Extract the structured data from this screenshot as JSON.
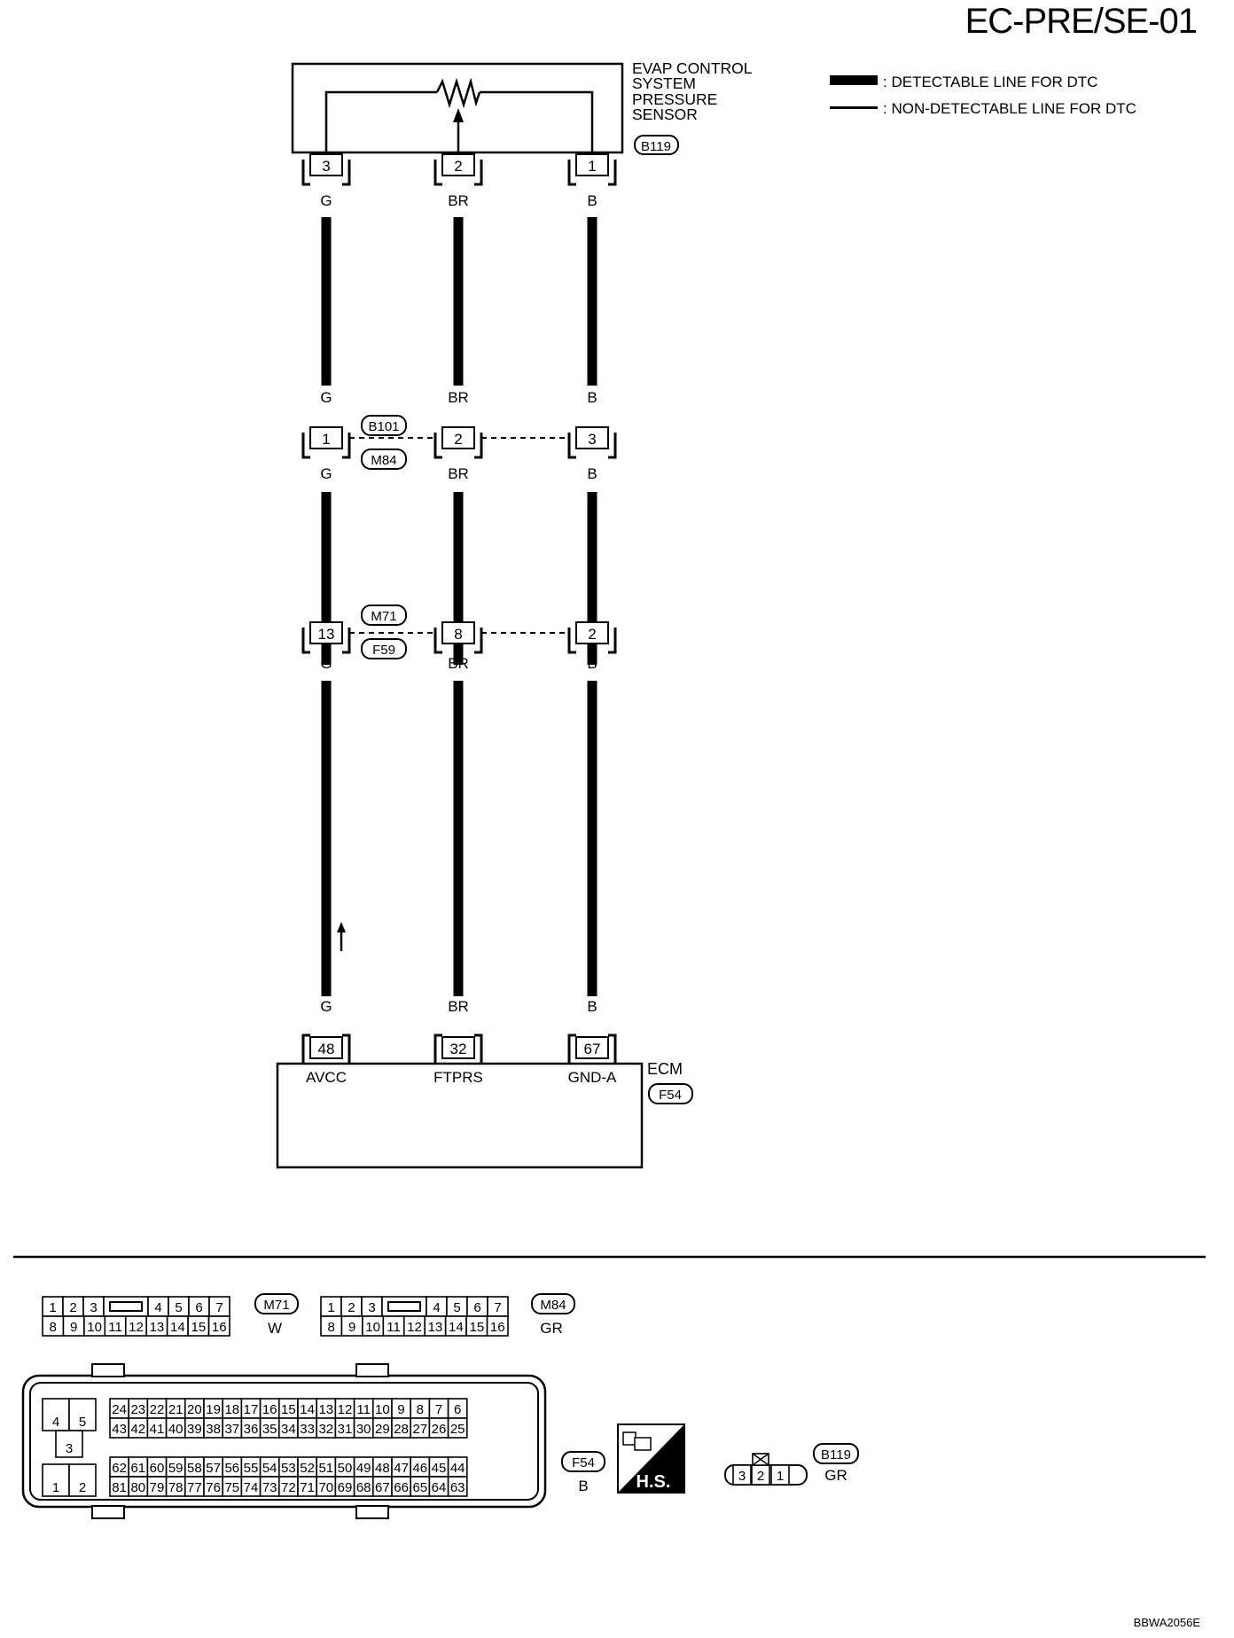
{
  "page_title": "EC-PRE/SE-01",
  "doc_code": "BBWA2056E",
  "legend": {
    "detectable": ": DETECTABLE LINE FOR DTC",
    "non_detectable": ": NON-DETECTABLE LINE FOR DTC"
  },
  "sensor": {
    "name_lines": [
      "EVAP CONTROL",
      "SYSTEM",
      "PRESSURE",
      "SENSOR"
    ],
    "connector": "B119",
    "pins": [
      "3",
      "2",
      "1"
    ]
  },
  "wire_colors": [
    "G",
    "BR",
    "B"
  ],
  "joint_1": {
    "upper": "B101",
    "lower": "M84",
    "pins": [
      "1",
      "2",
      "3"
    ]
  },
  "joint_2": {
    "upper": "M71",
    "lower": "F59",
    "pins": [
      "13",
      "8",
      "2"
    ]
  },
  "ecm": {
    "name": "ECM",
    "connector": "F54",
    "pins": [
      "48",
      "32",
      "67"
    ],
    "terminals": [
      "AVCC",
      "FTPRS",
      "GND-A"
    ]
  },
  "connectors": {
    "m71": {
      "id": "M71",
      "color": "W",
      "row1": [
        "1",
        "2",
        "3",
        "",
        "4",
        "5",
        "6",
        "7"
      ],
      "row2": [
        "8",
        "9",
        "10",
        "11",
        "12",
        "13",
        "14",
        "15",
        "16"
      ]
    },
    "m84": {
      "id": "M84",
      "color": "GR",
      "row1": [
        "1",
        "2",
        "3",
        "",
        "4",
        "5",
        "6",
        "7"
      ],
      "row2": [
        "8",
        "9",
        "10",
        "11",
        "12",
        "13",
        "14",
        "15",
        "16"
      ]
    },
    "f54": {
      "id": "F54",
      "color": "B",
      "left": [
        "4",
        "5",
        "3",
        "1",
        "2"
      ],
      "row1": [
        "24",
        "23",
        "22",
        "21",
        "20",
        "19",
        "18",
        "17",
        "16",
        "15",
        "14",
        "13",
        "12",
        "11",
        "10",
        "9",
        "8",
        "7",
        "6"
      ],
      "row2": [
        "43",
        "42",
        "41",
        "40",
        "39",
        "38",
        "37",
        "36",
        "35",
        "34",
        "33",
        "32",
        "31",
        "30",
        "29",
        "28",
        "27",
        "26",
        "25"
      ],
      "row3": [
        "62",
        "61",
        "60",
        "59",
        "58",
        "57",
        "56",
        "55",
        "54",
        "53",
        "52",
        "51",
        "50",
        "49",
        "48",
        "47",
        "46",
        "45",
        "44"
      ],
      "row4": [
        "81",
        "80",
        "79",
        "78",
        "77",
        "76",
        "75",
        "74",
        "73",
        "72",
        "71",
        "70",
        "69",
        "68",
        "67",
        "66",
        "65",
        "64",
        "63"
      ]
    },
    "b119": {
      "id": "B119",
      "color": "GR",
      "pins": [
        "3",
        "2",
        "1"
      ]
    }
  },
  "hs_label": "H.S."
}
